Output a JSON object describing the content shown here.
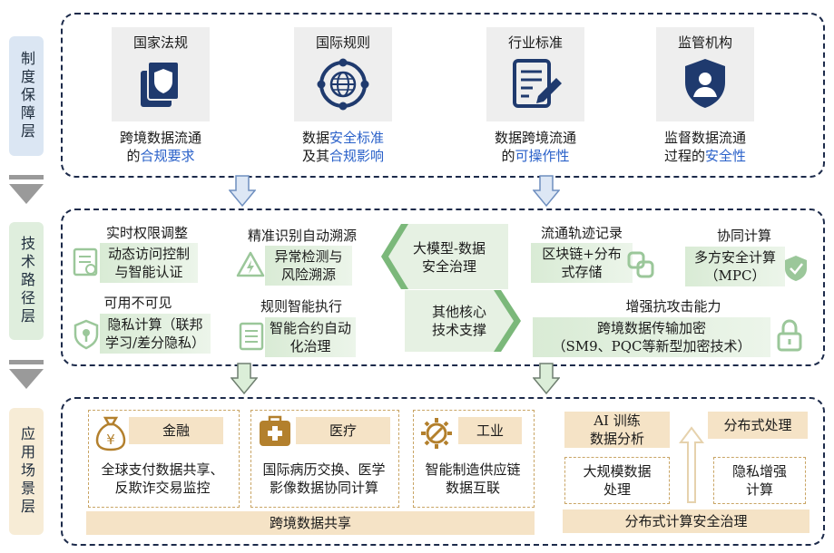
{
  "layers": {
    "system": "制度保障层",
    "tech": "技术路径层",
    "app": "应用场景层"
  },
  "system_layer": {
    "items": [
      {
        "title": "国家法规",
        "desc_line1": "跨境数据流通",
        "desc_prefix": "的",
        "desc_highlight": "合规要求",
        "desc_suffix": "",
        "icon": "shield-document-icon"
      },
      {
        "title": "国际规则",
        "desc_line1_prefix": "数据",
        "desc_line1_highlight": "安全标准",
        "desc_line2_prefix": "及其",
        "desc_line2_highlight": "合规影响",
        "icon": "globe-network-icon"
      },
      {
        "title": "行业标准",
        "desc_line1": "数据跨境流通",
        "desc_prefix": "的",
        "desc_highlight": "可操作性",
        "icon": "document-edit-icon"
      },
      {
        "title": "监管机构",
        "desc_line1": "监督数据流通",
        "desc_prefix": "过程的",
        "desc_highlight": "安全性",
        "icon": "shield-person-icon"
      }
    ]
  },
  "tech_layer": {
    "realtime_title": "实时权限调整",
    "realtime_body": "动态访问控制\n与智能认证",
    "precise_title": "精准识别自动溯源",
    "precise_body": "异常检测与\n风险溯源",
    "llm_arrow": "大模型-数据\n安全治理",
    "trace_title": "流通轨迹记录",
    "trace_body": "区块链+分布\n式存储",
    "collab_title": "协同计算",
    "collab_body": "多方安全计算\n（MPC）",
    "usable_title": "可用不可见",
    "usable_body": "隐私计算（联邦\n学习/差分隐私）",
    "rule_title": "规则智能执行",
    "rule_body": "智能合约自动\n化治理",
    "other_arrow": "其他核心\n技术支撑",
    "attack_title": "增强抗攻击能力",
    "attack_body": "跨境数据传输加密\n（SM9、PQC等新型加密技术）"
  },
  "app_layer": {
    "finance_label": "金融",
    "finance_desc": "全球支付数据共享、\n反欺诈交易监控",
    "medical_label": "医疗",
    "medical_desc": "国际病历交换、医学\n影像数据协同计算",
    "industry_label": "工业",
    "industry_desc": "智能制造供应链\n数据互联",
    "cross_border_bar": "跨境数据共享",
    "ai_box": "AI 训练\n数据分析",
    "dist_box": "分布式处理",
    "bigdata_box": "大规模数据\n处理",
    "privacy_box": "隐私增强\n计算",
    "dist_secure_bar": "分布式计算安全治理"
  },
  "colors": {
    "highlight": "#2a61c9",
    "icon_navy": "#1f3a6e",
    "icon_gold": "#b3802d",
    "icon_green": "#9bc79a",
    "dash_border": "#1c2a4a"
  }
}
